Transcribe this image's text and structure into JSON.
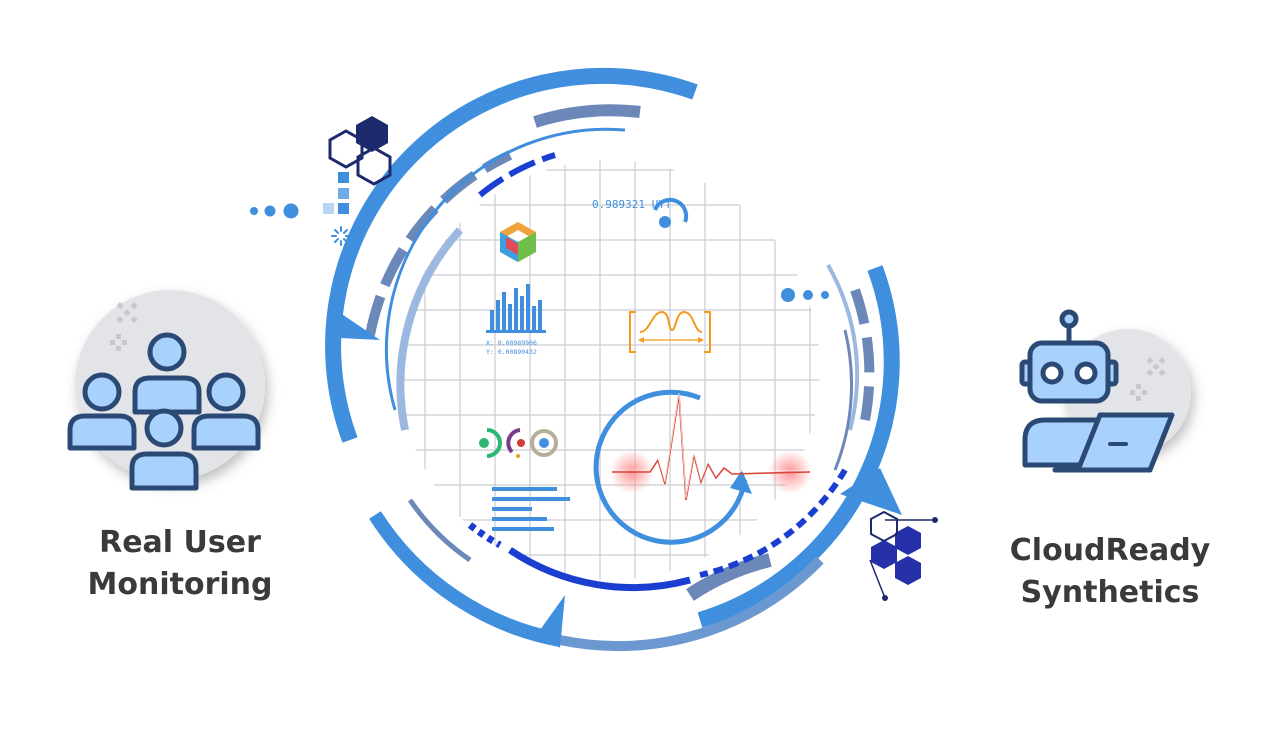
{
  "left_panel": {
    "title_line1": "Real User",
    "title_line2": "Monitoring",
    "icon": "users-group-icon"
  },
  "right_panel": {
    "title_line1": "CloudReady",
    "title_line2": "Synthetics",
    "icon": "robot-laptop-icon"
  },
  "center_dial": {
    "readout": "0.989321 UYT",
    "coord_x": "X: 0.00989906",
    "coord_y": "Y: 0.00890432"
  },
  "colors": {
    "primary_blue": "#3f8fde",
    "dark_blue": "#1a3fd0",
    "navy": "#1e2a6e",
    "light_blue": "#9bc9f7",
    "grid": "#c9ccd2",
    "orange": "#f39a1f",
    "heartbeat": "#d9473b",
    "text": "#3a3a3a"
  }
}
